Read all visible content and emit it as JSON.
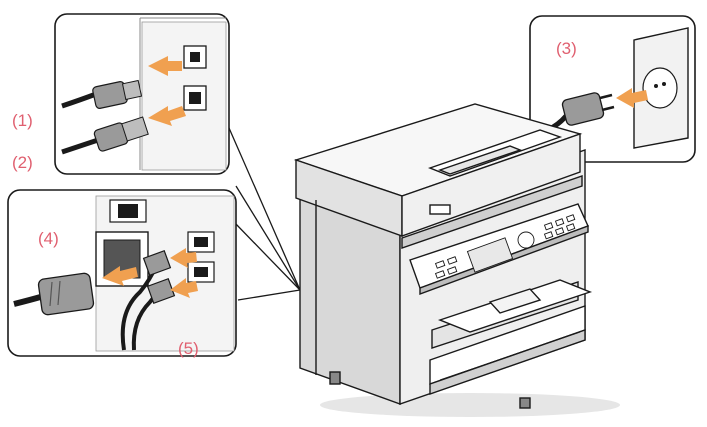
{
  "labels": {
    "l1": "(1)",
    "l2": "(2)",
    "l3": "(3)",
    "l4": "(4)",
    "l5": "(5)"
  },
  "colors": {
    "arrow": "#f0a050",
    "label": "#e06070",
    "line": "#1a1a1a",
    "panel_border": "#1a1a1a"
  }
}
